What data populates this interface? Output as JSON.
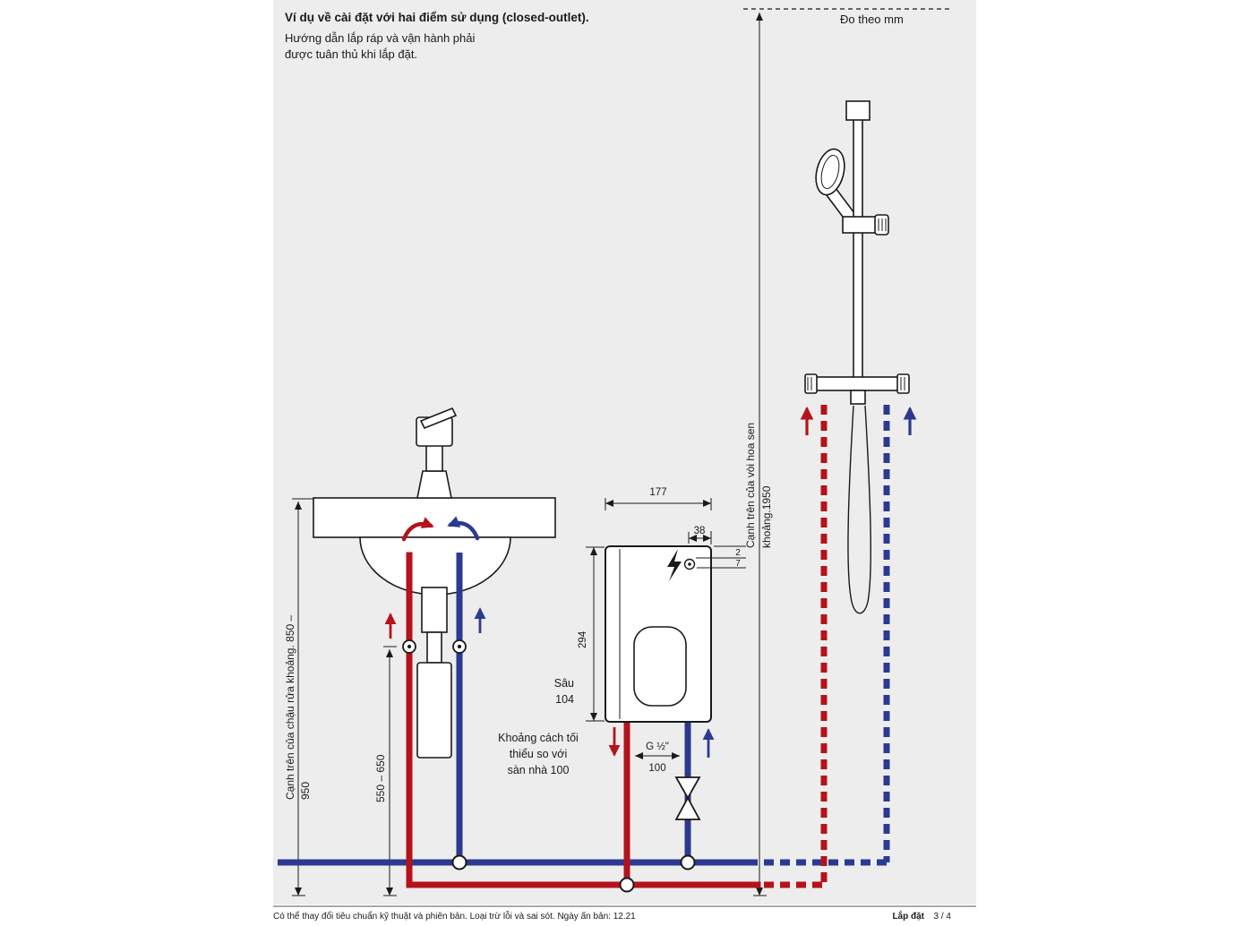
{
  "colors": {
    "hot": "#b5121b",
    "cold": "#2b3a90",
    "ink": "#1a1a1a",
    "panel_bg": "#ededed",
    "page_bg": "#ffffff"
  },
  "header": {
    "title": "Ví dụ về cài đặt với hai điểm sử dụng (closed-outlet).",
    "subtitle_line1": "Hướng dẫn lắp ráp và vận hành phải",
    "subtitle_line2": "được tuân thủ khi lắp đặt."
  },
  "annotations": {
    "unit_note": "Đo theo mm",
    "shower_edge_line1": "Cạnh trên của vòi hoa sen",
    "shower_edge_line2": "khoảng.1950",
    "basin_edge_line1": "Cạnh trên của chậu rửa khoảng. 850 –",
    "basin_edge_line2": "950",
    "pipe_run_height": "550 – 650",
    "heater_width": "177",
    "heater_height": "294",
    "depth_label": "Sâu",
    "depth_value": "104",
    "dim_38": "38",
    "dim_2": "2",
    "dim_7": "7",
    "floor_clearance_line1": "Khoảng cách tối",
    "floor_clearance_line2": "thiểu so với",
    "floor_clearance_line3": "sàn nhà 100",
    "thread": "G ½\"",
    "dim_100": "100"
  },
  "footer": {
    "disclaimer": "Có thể thay đổi tiêu chuẩn kỹ thuật và phiên bản. Loại trừ lỗi và sai sót. Ngày ấn bản: 12.21",
    "page_section": "Lắp đặt",
    "page_number": "3 / 4"
  }
}
